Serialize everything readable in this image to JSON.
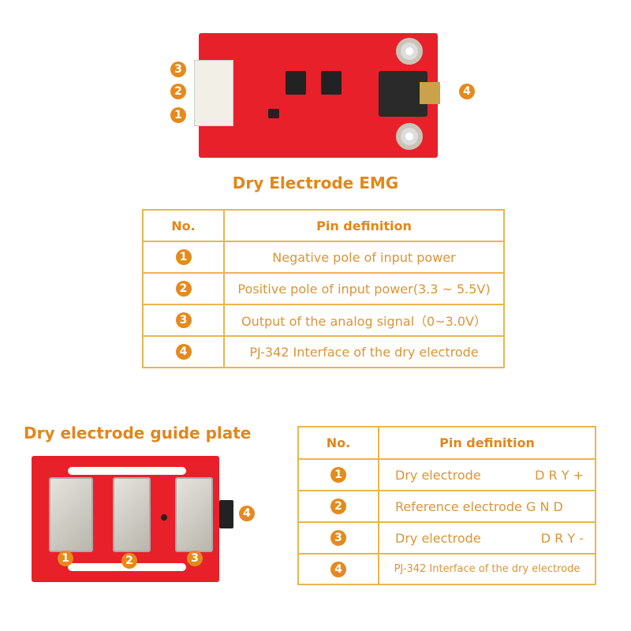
{
  "module": {
    "title": "Dry Electrode EMG",
    "callouts": [
      "1",
      "2",
      "3",
      "4"
    ]
  },
  "table1": {
    "headers": [
      "No.",
      "Pin definition"
    ],
    "rows": [
      {
        "no": "1",
        "def": "Negative pole of input power"
      },
      {
        "no": "2",
        "def": "Positive pole of input power(3.3 ~ 5.5V)"
      },
      {
        "no": "3",
        "def": "Output of the analog signal（0~3.0V）"
      },
      {
        "no": "4",
        "def": "PJ-342 Interface of the dry electrode"
      }
    ]
  },
  "plate": {
    "title": "Dry electrode guide plate",
    "callouts": [
      "1",
      "2",
      "3",
      "4"
    ]
  },
  "table2": {
    "headers": [
      "No.",
      "Pin definition"
    ],
    "rows": [
      {
        "no": "1",
        "def": "Dry electrode",
        "tag": "D R Y +"
      },
      {
        "no": "2",
        "def": "Reference electrode G N D",
        "tag": ""
      },
      {
        "no": "3",
        "def": "Dry electrode",
        "tag": "D R Y -"
      },
      {
        "no": "4",
        "def": "PJ-342 Interface of the dry electrode",
        "tag": ""
      }
    ]
  },
  "colors": {
    "accent": "#e58a1c",
    "border": "#eab54a",
    "pcb": "#e8202a"
  }
}
